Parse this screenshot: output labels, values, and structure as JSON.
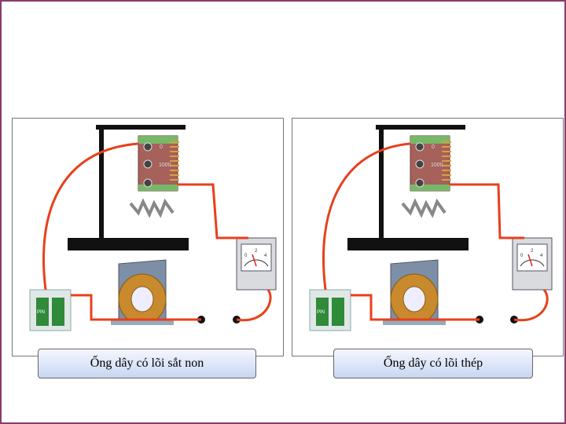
{
  "slide": {
    "left_caption": "Ống dây có lõi sắt non",
    "right_caption": "Ống dây có lõi thép"
  },
  "apparatus": {
    "weight_labels": [
      "0",
      "1000"
    ],
    "battery_label": "PIN",
    "ammeter_labels": [
      "0",
      "2",
      "4"
    ],
    "wire_color": "#e8401c",
    "frame_color": "#8b3a6b"
  }
}
